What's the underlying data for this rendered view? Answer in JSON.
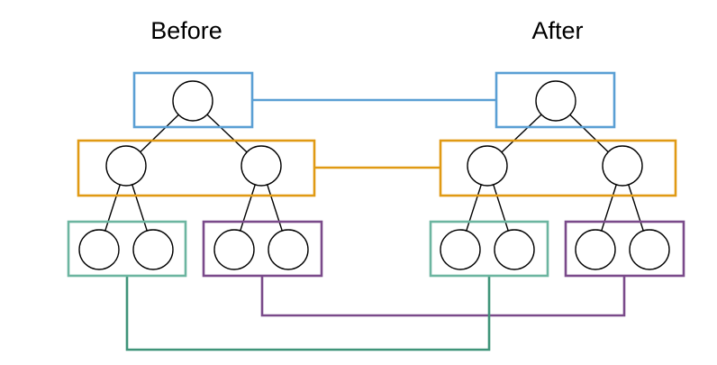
{
  "headings": {
    "before": "Before",
    "after": "After"
  },
  "colors": {
    "root_level": "#5a9fd4",
    "middle_level": "#e09a14",
    "left_leaf_group": "#6cb5a0",
    "right_leaf_group": "#7a4a8a",
    "left_group_link": "#3f9479",
    "right_group_link": "#7a4a8a",
    "node_stroke": "#000000"
  },
  "trees": [
    {
      "name": "before",
      "levels": [
        1,
        2,
        4
      ],
      "leaf_group_size": 2
    },
    {
      "name": "after",
      "levels": [
        1,
        2,
        4
      ],
      "leaf_group_size": 2
    }
  ]
}
